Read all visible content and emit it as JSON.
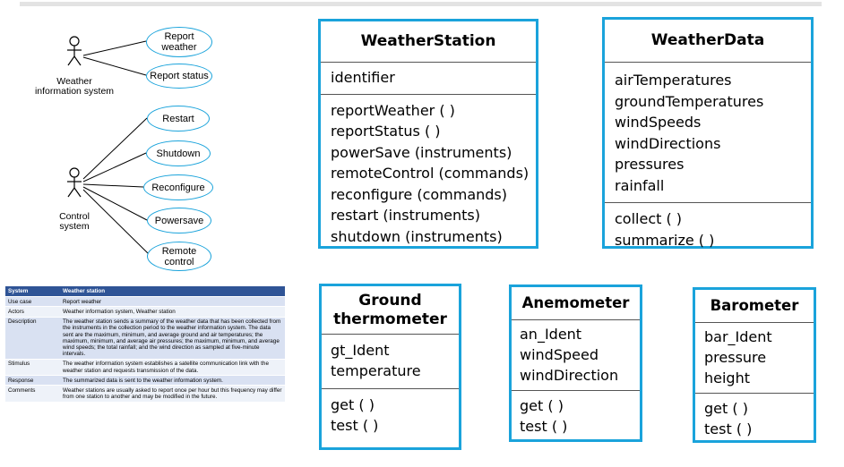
{
  "use_case_diagram": {
    "actors": [
      {
        "label": "Weather information system"
      },
      {
        "label": "Control system"
      }
    ],
    "use_cases": [
      "Report weather",
      "Report status",
      "Restart",
      "Shutdown",
      "Reconfigure",
      "Powersave",
      "Remote control"
    ]
  },
  "use_case_table": {
    "header": {
      "key": "System",
      "value": "Weather station"
    },
    "rows": [
      {
        "key": "Use case",
        "value": "Report weather"
      },
      {
        "key": "Actors",
        "value": "Weather information system, Weather station"
      },
      {
        "key": "Description",
        "value": "The weather station sends a summary of the weather data that has been collected from the instruments in the collection period to the weather information system. The data sent are the maximum, minimum, and average ground and air temperatures; the maximum, minimum, and average air pressures; the maximum, minimum, and average wind speeds; the total rainfall; and the wind direction as sampled at five-minute intervals."
      },
      {
        "key": "Stimulus",
        "value": "The weather information system establishes a satellite communication link with the weather station and requests transmission of the data."
      },
      {
        "key": "Response",
        "value": "The summarized data is sent to the weather information system."
      },
      {
        "key": "Comments",
        "value": "Weather stations are usually asked to report once per hour but this frequency may differ from one station to another and may be modified in the future."
      }
    ]
  },
  "classes": {
    "weather_station": {
      "name": "WeatherStation",
      "attributes": [
        "identifier"
      ],
      "operations": [
        "reportWeather ( )",
        "reportStatus ( )",
        "powerSave (instruments)",
        "remoteControl (commands)",
        "reconfigure (commands)",
        "restart (instruments)",
        "shutdown (instruments)"
      ]
    },
    "weather_data": {
      "name": "WeatherData",
      "attributes": [
        "airTemperatures",
        "groundTemperatures",
        "windSpeeds",
        "windDirections",
        "pressures",
        "rainfall"
      ],
      "operations": [
        "collect ( )",
        "summarize ( )"
      ]
    },
    "ground_thermometer": {
      "name_line1": "Ground",
      "name_line2": "thermometer",
      "attributes": [
        "gt_Ident",
        "temperature"
      ],
      "operations": [
        "get ( )",
        "test ( )"
      ]
    },
    "anemometer": {
      "name": "Anemometer",
      "attributes": [
        "an_Ident",
        "windSpeed",
        "windDirection"
      ],
      "operations": [
        "get ( )",
        "test ( )"
      ]
    },
    "barometer": {
      "name": "Barometer",
      "attributes": [
        "bar_Ident",
        "pressure",
        "height"
      ],
      "operations": [
        "get ( )",
        "test ( )"
      ]
    }
  }
}
